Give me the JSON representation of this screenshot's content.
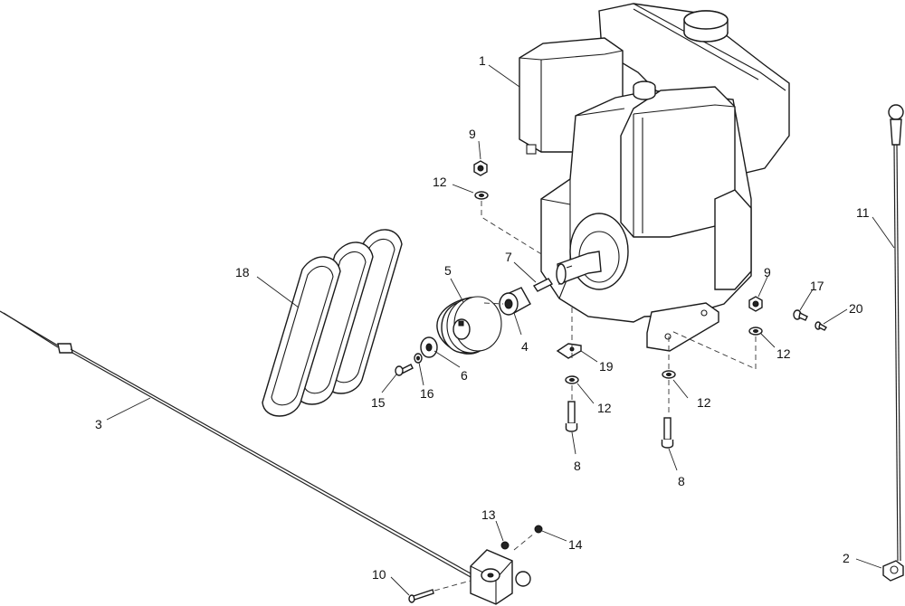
{
  "callouts": [
    {
      "id": "c1",
      "text": "1"
    },
    {
      "id": "c2",
      "text": "2"
    },
    {
      "id": "c3",
      "text": "3"
    },
    {
      "id": "c4",
      "text": "4"
    },
    {
      "id": "c5",
      "text": "5"
    },
    {
      "id": "c6",
      "text": "6"
    },
    {
      "id": "c7",
      "text": "7"
    },
    {
      "id": "c8a",
      "text": "8"
    },
    {
      "id": "c8b",
      "text": "8"
    },
    {
      "id": "c9a",
      "text": "9"
    },
    {
      "id": "c9b",
      "text": "9"
    },
    {
      "id": "c10",
      "text": "10"
    },
    {
      "id": "c11",
      "text": "11"
    },
    {
      "id": "c12a",
      "text": "12"
    },
    {
      "id": "c12b",
      "text": "12"
    },
    {
      "id": "c12c",
      "text": "12"
    },
    {
      "id": "c12d",
      "text": "12"
    },
    {
      "id": "c13",
      "text": "13"
    },
    {
      "id": "c14",
      "text": "14"
    },
    {
      "id": "c15",
      "text": "15"
    },
    {
      "id": "c16",
      "text": "16"
    },
    {
      "id": "c17",
      "text": "17"
    },
    {
      "id": "c18",
      "text": "18"
    },
    {
      "id": "c19",
      "text": "19"
    },
    {
      "id": "c20",
      "text": "20"
    }
  ]
}
